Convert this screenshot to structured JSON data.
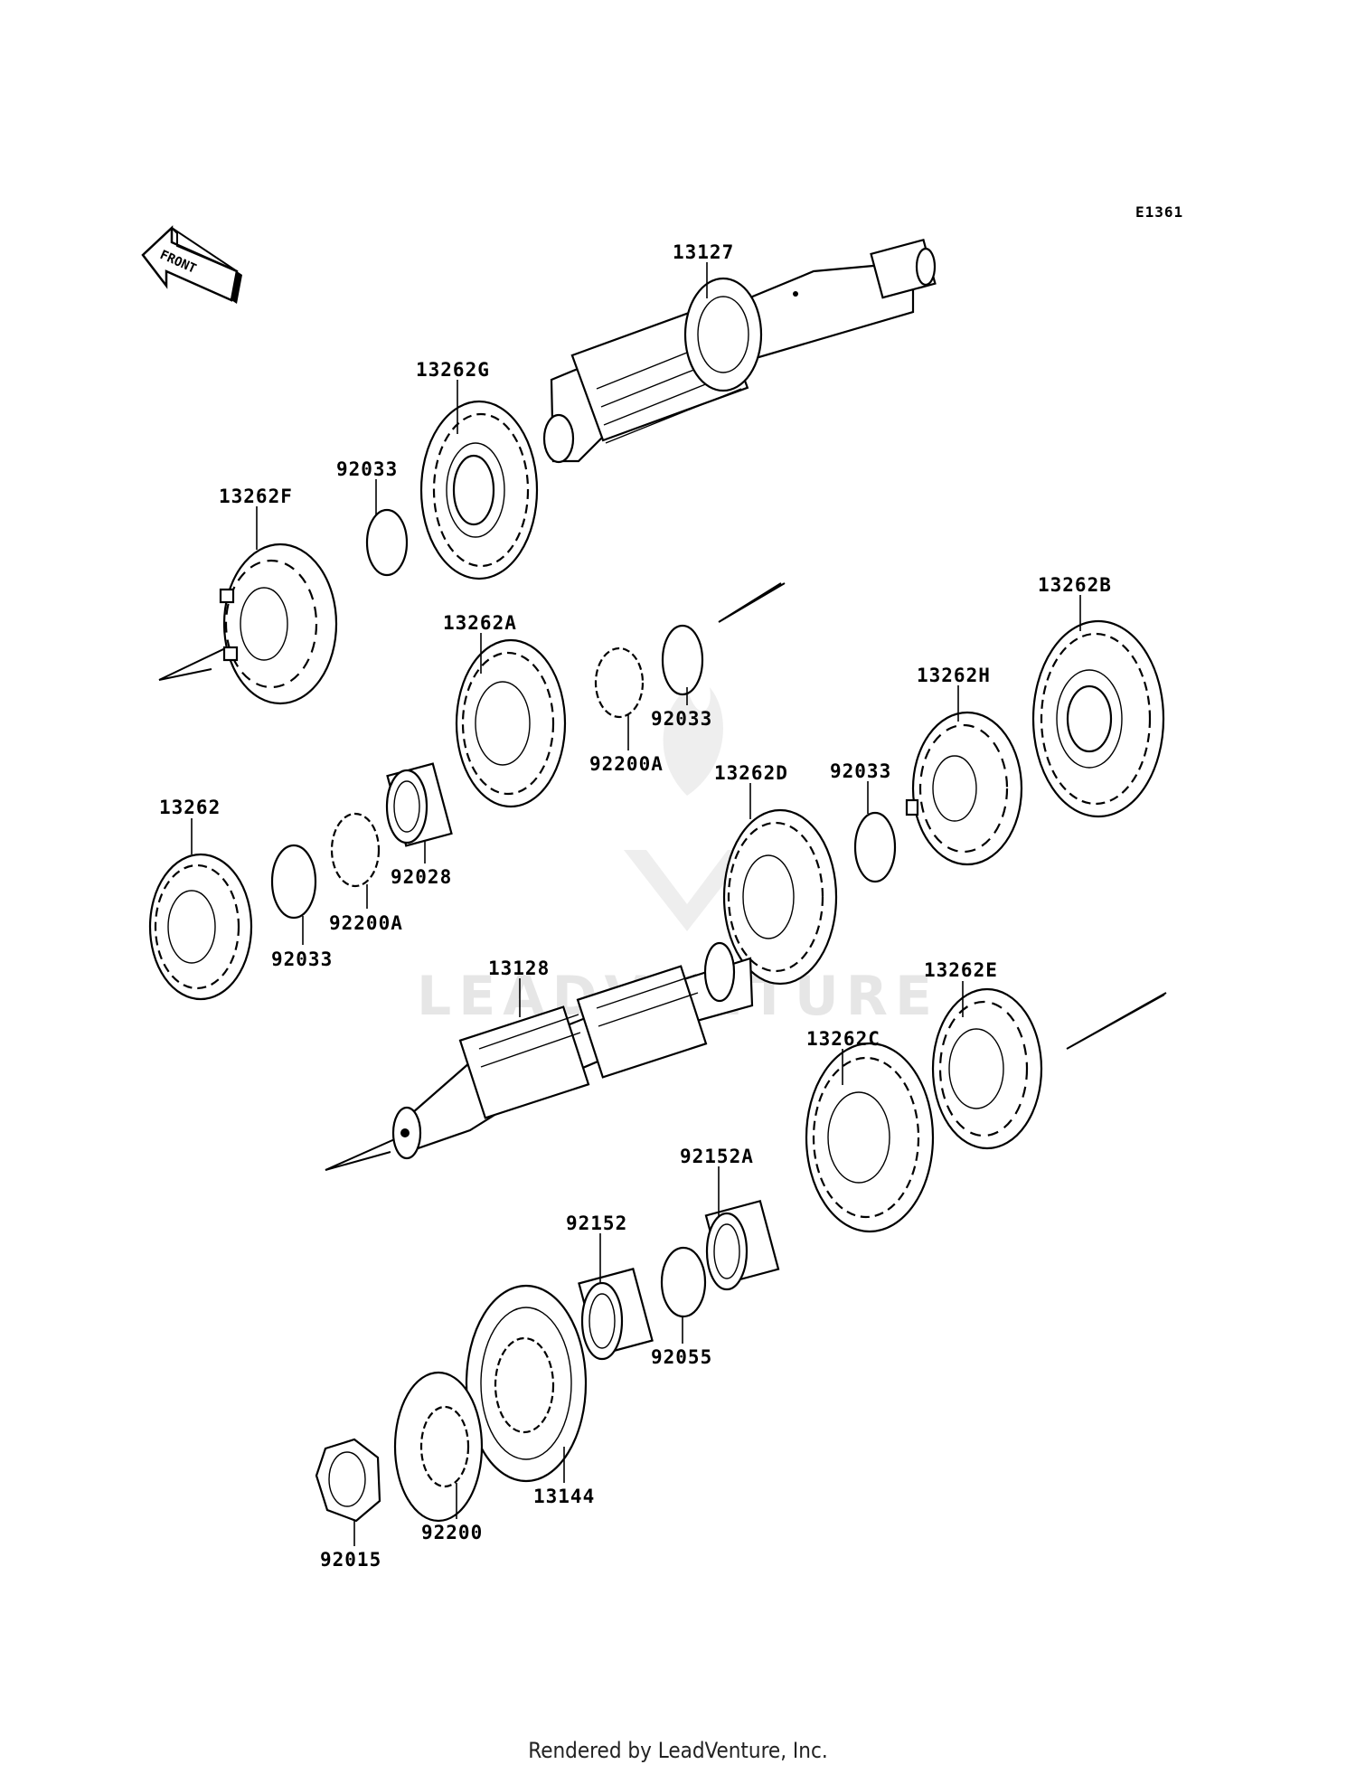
{
  "diagram_code": "E1361",
  "front_arrow_label": "FRONT",
  "watermark": "LEADVENTURE",
  "footer": "Rendered by LeadVenture, Inc.",
  "parts": [
    {
      "label": "13127"
    },
    {
      "label": "13262G"
    },
    {
      "label": "92033"
    },
    {
      "label": "13262F"
    },
    {
      "label": "13262A"
    },
    {
      "label": "92033"
    },
    {
      "label": "92200A"
    },
    {
      "label": "13262B"
    },
    {
      "label": "13262H"
    },
    {
      "label": "13262D"
    },
    {
      "label": "92033"
    },
    {
      "label": "13262"
    },
    {
      "label": "92028"
    },
    {
      "label": "92200A"
    },
    {
      "label": "92033"
    },
    {
      "label": "13128"
    },
    {
      "label": "13262E"
    },
    {
      "label": "13262C"
    },
    {
      "label": "92152A"
    },
    {
      "label": "92152"
    },
    {
      "label": "92055"
    },
    {
      "label": "13144"
    },
    {
      "label": "92200"
    },
    {
      "label": "92015"
    }
  ]
}
